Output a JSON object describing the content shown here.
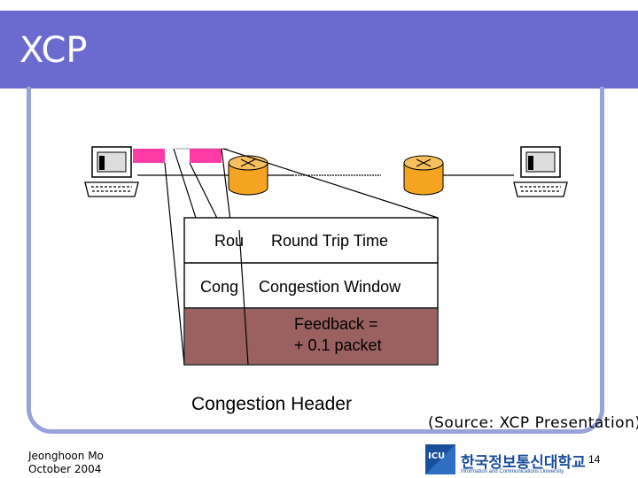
{
  "slide": {
    "title": "XCP",
    "author": "Jeonghoon Mo",
    "date": "October 2004",
    "page_number": "14",
    "source_note": "(Source: XCP Presentation)"
  },
  "diagram": {
    "header_fields": [
      {
        "short": "Rou",
        "full": "Round Trip Time"
      },
      {
        "short": "Cong",
        "full": "Congestion Window"
      }
    ],
    "feedback_line1": "Feedback  =",
    "feedback_line2": "+ 0.1 packet",
    "header_caption": "Congestion Header"
  },
  "logo": {
    "badge_text": "ICU",
    "korean_name": "한국정보통신대학교",
    "english_name": "Information and Communications University"
  },
  "colors": {
    "title_bar": "#6b6bcf",
    "frame": "#9aa3d9",
    "packet": "#ff3aa5",
    "router": "#f5a422",
    "feedback_fill": "#9b6161",
    "logo": "#1b4f9c"
  },
  "icons": [
    "computer-icon",
    "router-icon"
  ]
}
